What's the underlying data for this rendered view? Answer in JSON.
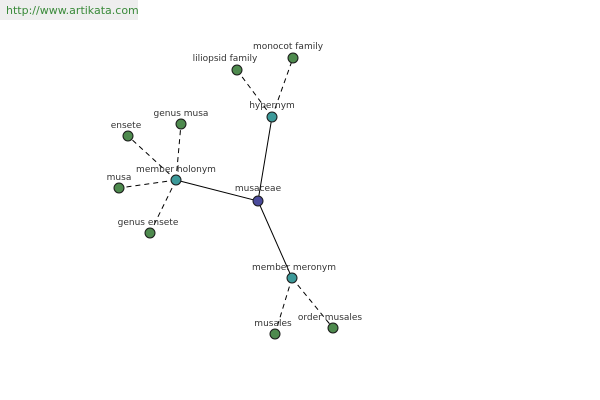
{
  "header": {
    "url": "http://www.artikata.com"
  },
  "colors": {
    "center": "#4a4a9a",
    "relation": "#3d9a9a",
    "leaf": "#4e8a4e"
  },
  "nodes": {
    "musaceae": "musaceae",
    "hypernym": "hypernym",
    "member_holonym": "member holonym",
    "member_meronym": "member meronym",
    "liliopsid_family": "liliopsid family",
    "monocot_family": "monocot family",
    "genus_musa": "genus musa",
    "ensete": "ensete",
    "musa": "musa",
    "genus_ensete": "genus ensete",
    "musales": "musales",
    "order_musales": "order musales"
  }
}
